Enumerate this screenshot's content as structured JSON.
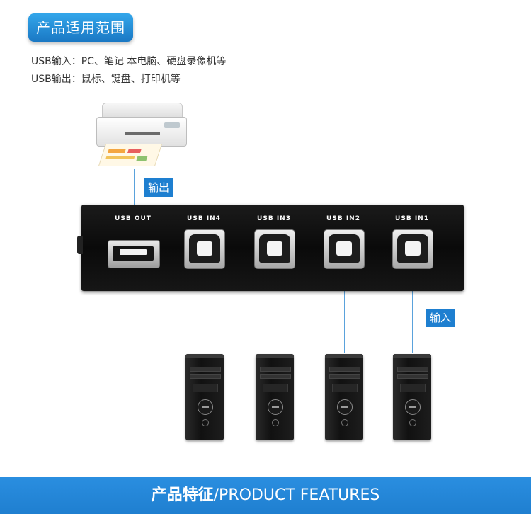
{
  "header": {
    "title": "产品适用范围"
  },
  "info": {
    "usb_input": "USB输入：PC、笔记 本电脑、硬盘录像机等",
    "usb_output": "USB输出：鼠标、键盘、打印机等"
  },
  "labels": {
    "output": "输出",
    "input": "输入"
  },
  "switch": {
    "ports": [
      "USB OUT",
      "USB IN4",
      "USB IN3",
      "USB IN2",
      "USB IN1"
    ]
  },
  "footer": {
    "title_cn": "产品特征",
    "title_en": "/PRODUCT FEATURES"
  },
  "colors": {
    "accent": "#1e7fd0",
    "line": "#5aa2dc",
    "device": "#111111"
  }
}
